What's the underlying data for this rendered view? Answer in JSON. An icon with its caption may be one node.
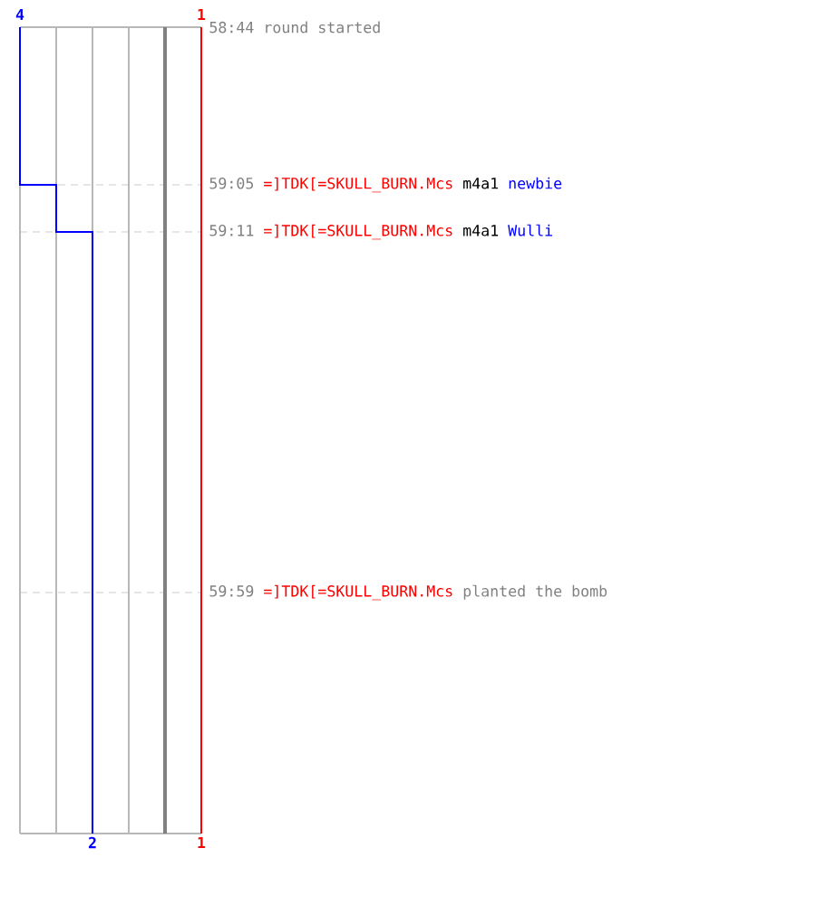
{
  "diagram": {
    "labels": [
      "4",
      "1",
      "58:44",
      "round started",
      "59:05",
      "=]TDK[=SKULL_BURN.Mcs",
      "m4a1",
      "newbie",
      "59:11",
      "=]TDK[=SKULL_BURN.Mcs",
      "m4a1",
      "Wulli",
      "59:59",
      "=]TDK[=SKULL_BURN.Mcs",
      "planted the bomb",
      "2",
      "1"
    ]
  }
}
